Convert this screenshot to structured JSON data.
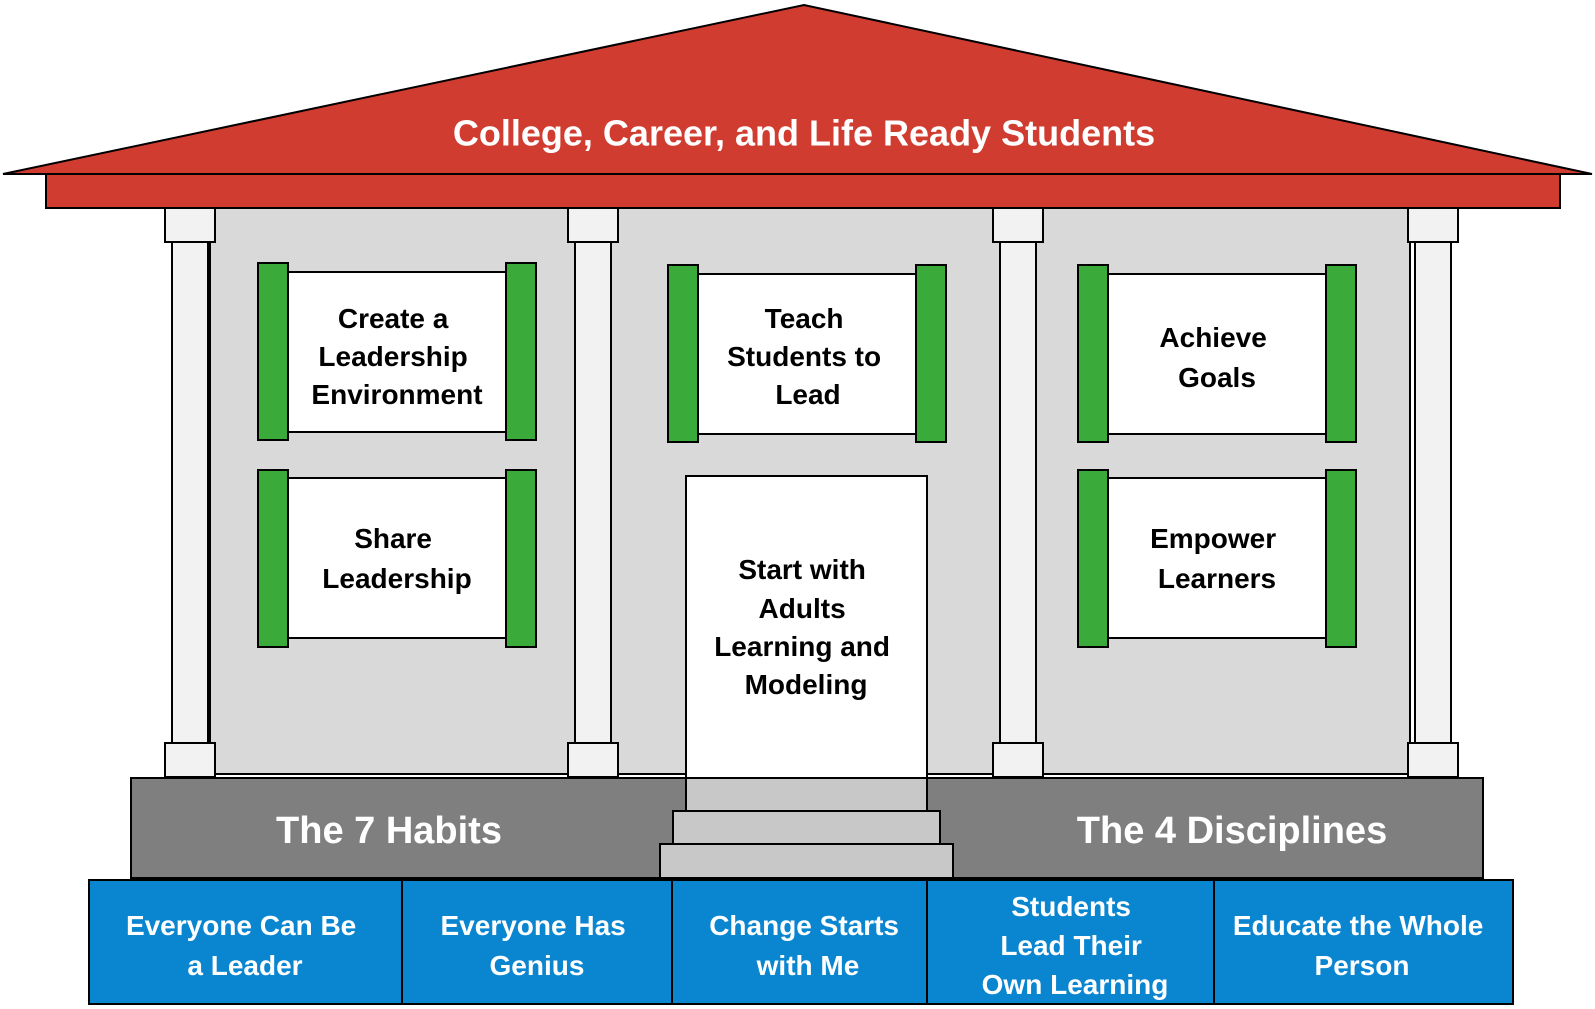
{
  "colors": {
    "roof": "#d13c30",
    "wall": "#d9d9d9",
    "column": "#f2f2f2",
    "window_shutter": "#3aaa3a",
    "window_pane": "#ffffff",
    "step": "#c8c8c8",
    "foundation": "#7f7f7f",
    "base_block": "#0a86d1",
    "outline": "#000000"
  },
  "roof": {
    "title": "College, Career, and Life Ready Students"
  },
  "windows": [
    {
      "lines": [
        "Create a",
        "Leadership",
        "Environment"
      ]
    },
    {
      "lines": [
        "Share",
        "Leadership"
      ]
    },
    {
      "lines": [
        "Teach",
        "Students to",
        "Lead"
      ]
    },
    {
      "lines": [
        "Achieve",
        "Goals"
      ]
    },
    {
      "lines": [
        "Empower",
        "Learners"
      ]
    }
  ],
  "door": {
    "lines": [
      "Start with",
      "Adults",
      "Learning and",
      "Modeling"
    ]
  },
  "foundation": {
    "left": "The 7 Habits",
    "right": "The 4 Disciplines"
  },
  "base_blocks": [
    {
      "lines": [
        "Everyone Can Be",
        "a Leader"
      ]
    },
    {
      "lines": [
        "Everyone Has",
        "Genius"
      ]
    },
    {
      "lines": [
        "Change Starts",
        "with Me"
      ]
    },
    {
      "lines": [
        "Students",
        "Lead Their",
        "Own Learning"
      ]
    },
    {
      "lines": [
        "Educate the Whole",
        "Person"
      ]
    }
  ]
}
